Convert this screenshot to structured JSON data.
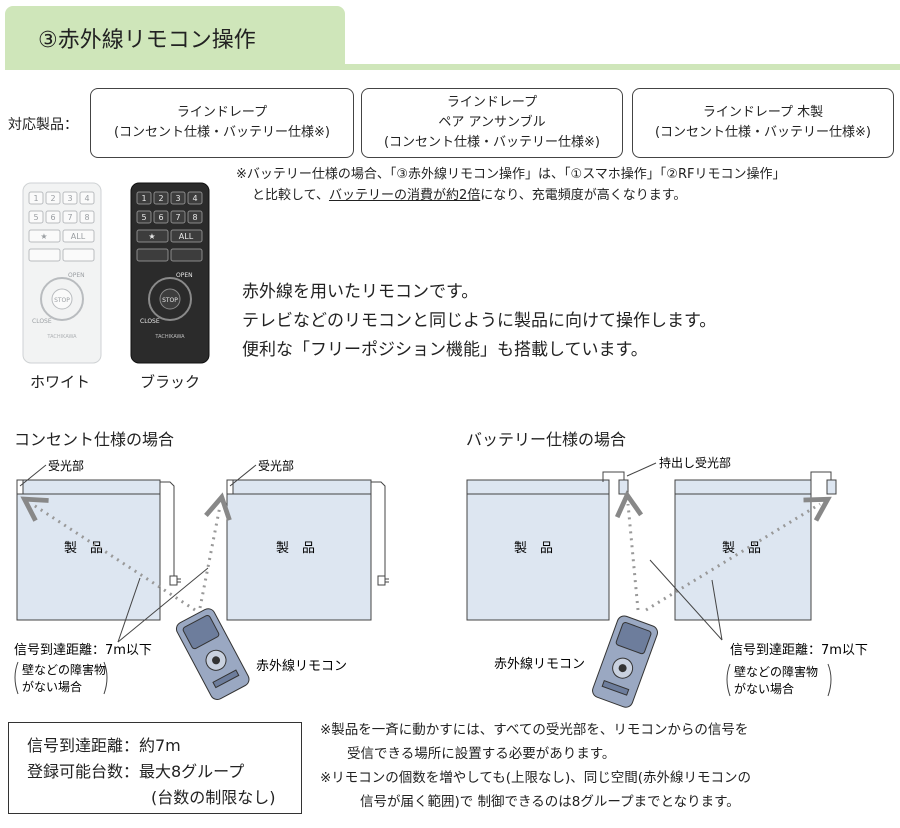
{
  "header": {
    "title": "③赤外線リモコン操作"
  },
  "products": {
    "label": "対応製品：",
    "items": [
      {
        "line1": "ラインドレープ",
        "line2": "",
        "line3": "(コンセント仕様・バッテリー仕様※)"
      },
      {
        "line1": "ラインドレープ",
        "line2": "ペア アンサンブル",
        "line3": "(コンセント仕様・バッテリー仕様※)"
      },
      {
        "line1": "ラインドレープ 木製",
        "line2": "",
        "line3": "(コンセント仕様・バッテリー仕様※)"
      }
    ]
  },
  "battery_note": {
    "line1": "※バッテリー仕様の場合、「③赤外線リモコン操作」は、「①スマホ操作」「②RFリモコン操作」",
    "line2_pre": "と比較して、",
    "line2_under": "バッテリーの消費が約2倍",
    "line2_post": "になり、充電頻度が高くなります。"
  },
  "remotes": {
    "white_label": "ホワイト",
    "black_label": "ブラック",
    "keys": [
      "1",
      "2",
      "3",
      "4",
      "5",
      "6",
      "7",
      "8",
      "★",
      "ALL"
    ],
    "open": "OPEN",
    "stop": "STOP",
    "close": "CLOSE",
    "brand": "TACHIKAWA"
  },
  "description": [
    "赤外線を用いたリモコンです。",
    "テレビなどのリモコンと同じように製品に向けて操作します。",
    "便利な「フリーポジション機能」も搭載しています。"
  ],
  "diagram_outlet": {
    "title": "コンセント仕様の場合",
    "receiver": "受光部",
    "product": "製　品",
    "distance": "信号到達距離：7m以下",
    "cond1": "壁などの障害物",
    "cond2": "がない場合",
    "remote": "赤外線リモコン"
  },
  "diagram_battery": {
    "title": "バッテリー仕様の場合",
    "receiver": "持出し受光部",
    "product": "製　品",
    "distance": "信号到達距離：7m以下",
    "cond1": "壁などの障害物",
    "cond2": "がない場合",
    "remote": "赤外線リモコン"
  },
  "spec": {
    "line1": "信号到達距離：約7m",
    "line2": "登録可能台数：最大8グループ",
    "line3": "(台数の制限なし)"
  },
  "footnotes": [
    "※製品を一斉に動かすには、すべての受光部を、リモコンからの信号を",
    "受信できる場所に設置する必要があります。",
    "※リモコンの個数を増やしても(上限なし)、同じ空間(赤外線リモコンの",
    "信号が届く範囲)で 制御できるのは8グループまでとなります。"
  ],
  "colors": {
    "header_bg": "#cfe6ba",
    "panel_fill": "#dde6f1",
    "remote_white": "#f2f3f3",
    "remote_black": "#2b2b2b",
    "remote_blue": "#9aa8c2"
  }
}
